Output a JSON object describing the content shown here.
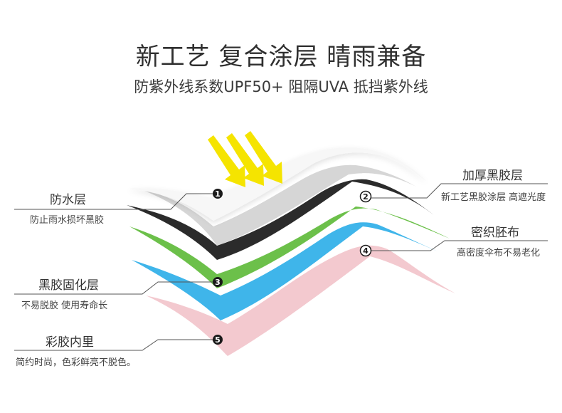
{
  "header": {
    "title": "新工艺 复合涂层 晴雨兼备",
    "subtitle": "防紫外线系数UPF50+ 阻隔UVA 抵挡紫外线"
  },
  "markers": [
    "1",
    "2",
    "3",
    "4",
    "5"
  ],
  "labels_left": [
    {
      "title": "防水层",
      "desc": "防止雨水损坏黑胶"
    },
    {
      "title": "黑胶固化层",
      "desc": "不易脱胶 使用寿命长"
    },
    {
      "title": "彩胶内里",
      "desc": "简约时尚，色彩鲜亮不脱色。"
    }
  ],
  "labels_right": [
    {
      "title": "加厚黑胶层",
      "desc": "新工艺黑胶涂层 高遮光度"
    },
    {
      "title": "密织胚布",
      "desc": "高密度伞布不易老化"
    }
  ],
  "colors": {
    "white_layer": "#f7f7f7",
    "gray_layer": "#d6d6d6",
    "black_layer": "#2b2b2b",
    "green_layer": "#6cc04a",
    "blue_layer": "#3fb5ea",
    "pink_layer": "#f3c9cf",
    "arrows": "#f5e400",
    "marker": "#1a1a1a"
  }
}
